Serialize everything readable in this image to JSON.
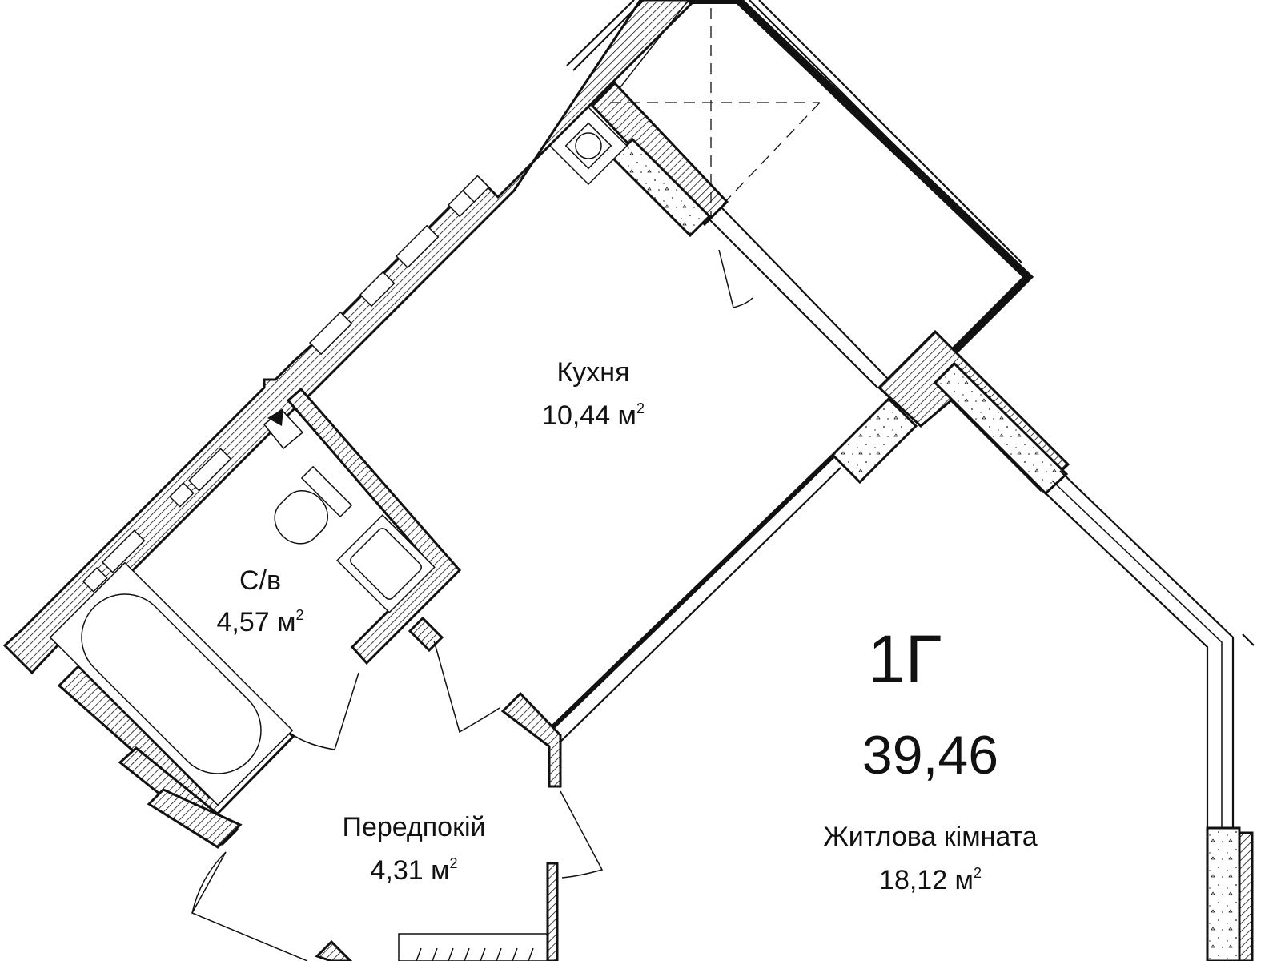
{
  "apartment": {
    "type": "1Г",
    "total_area": "39,46"
  },
  "rooms": [
    {
      "id": "kitchen",
      "name": "Кухня",
      "area": "10,44 м",
      "sup": "2"
    },
    {
      "id": "bathroom",
      "name": "С/в",
      "area": "4,57 м",
      "sup": "2"
    },
    {
      "id": "hallway",
      "name": "Передпокій",
      "area": "4,31 м",
      "sup": "2"
    },
    {
      "id": "living",
      "name": "Житлова кімната",
      "area": "18,12 м",
      "sup": "2"
    }
  ]
}
